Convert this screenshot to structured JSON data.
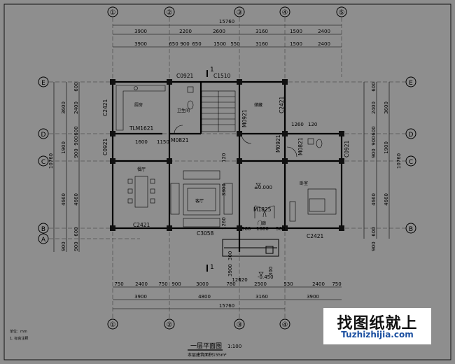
{
  "drawing": {
    "title": "一层平面图",
    "scale": "1:100",
    "area_note": "本层建筑面积155m²",
    "legend_line1": "单位：mm",
    "legend_line2": "1. 标高注释"
  },
  "watermark": {
    "cn": "找图纸就上",
    "en": "Tuzhizhijia.com"
  },
  "axes": {
    "columns_top": [
      "①",
      "②",
      "③",
      "④",
      "⑤"
    ],
    "columns_bottom": [
      "①",
      "②",
      "③",
      "④"
    ],
    "rows": [
      "E",
      "D",
      "C",
      "B",
      "A"
    ]
  },
  "dimensions": {
    "top_total": "15760",
    "top_row1": [
      "3900",
      "2200",
      "2600",
      "3160",
      "1500",
      "2400"
    ],
    "top_row2": [
      "3900",
      "650",
      "900",
      "650",
      "1500",
      "550",
      "3160",
      "1500",
      "2400"
    ],
    "bottom_row1": [
      "750",
      "2400",
      "750",
      "900",
      "3000",
      "780",
      "120",
      "120",
      "2500",
      "530",
      "2400",
      "750"
    ],
    "bottom_row2": [
      "3900",
      "4800",
      "3160",
      "3900"
    ],
    "bottom_total": "15760",
    "left_outer": [
      "3600",
      "1900",
      "4660",
      "900"
    ],
    "left_inner": [
      "600",
      "2400",
      "600",
      "900",
      "900",
      "4660",
      "600",
      "900"
    ],
    "left_total": "10760",
    "right_outer": [
      "3600",
      "1900",
      "4660"
    ],
    "right_inner": [
      "600",
      "2400",
      "600",
      "900",
      "900",
      "4660",
      "600",
      "900"
    ],
    "right_total": "10760",
    "interior": [
      "1600",
      "1150",
      "1260",
      "120",
      "3300",
      "120",
      "1800",
      "560",
      "1260",
      "560",
      "300",
      "300",
      "3900"
    ],
    "level_labels": [
      "±0.000",
      "-0.450"
    ]
  },
  "tags": {
    "windows": [
      "C0921",
      "C1510",
      "C2421",
      "C2421",
      "C3058",
      "C0921",
      "C0921",
      "C2421"
    ],
    "doors": [
      "TLM1621",
      "M0821",
      "M0921",
      "M0921",
      "M0821",
      "M1825"
    ],
    "section": [
      "1",
      "1"
    ],
    "rooms": [
      "厨房",
      "卫生间",
      "储藏",
      "客厅",
      "餐厅",
      "卧室",
      "门廊"
    ]
  }
}
